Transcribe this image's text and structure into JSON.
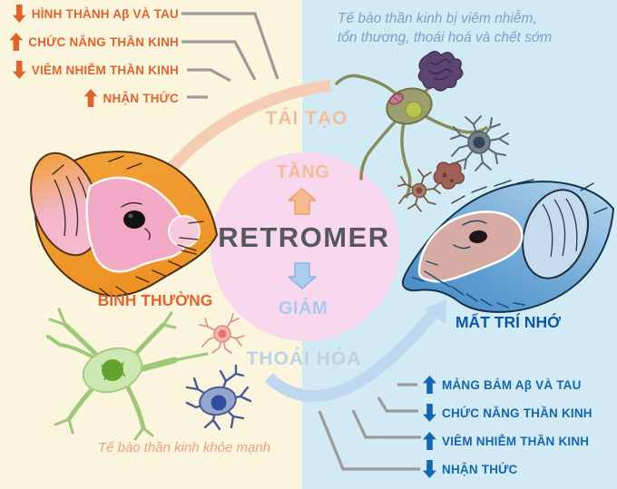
{
  "center": {
    "protein": "RETROMER",
    "increase_label": "TĂNG",
    "decrease_label": "GIẢM",
    "top_process": "TÁI TẠO",
    "bottom_process": "THOÁI HÓA"
  },
  "normal_side": {
    "state_label": "BÌNH THƯỜNG",
    "caption": "Tế bào thần kinh khỏe mạnh",
    "effects": [
      {
        "direction": "down",
        "label": "HÌNH THÀNH Aβ VÀ TAU"
      },
      {
        "direction": "up",
        "label": "CHỨC NĂNG THẦN KINH"
      },
      {
        "direction": "down",
        "label": "VIÊM NHIỄM THẦN KINH"
      },
      {
        "direction": "up",
        "label": "NHẬN THỨC"
      }
    ]
  },
  "disease_side": {
    "state_label": "MẤT TRÍ NHỚ",
    "caption_line1": "Tế bào thần kinh bị viêm nhiễm,",
    "caption_line2": "tổn thương, thoái hoá và chết sớm",
    "effects": [
      {
        "direction": "up",
        "label": "MẢNG BÁM Aβ VÀ TAU"
      },
      {
        "direction": "down",
        "label": "CHỨC NĂNG THẦN KINH"
      },
      {
        "direction": "up",
        "label": "VIÊM NHIỄM THẦN KINH"
      },
      {
        "direction": "down",
        "label": "NHẬN THỨC"
      }
    ]
  },
  "colors": {
    "left_background": "#FCF5DE",
    "right_background": "#D2EAF3",
    "circle_pink": "#F9D7EE",
    "orange_accent": "#DF632C",
    "blue_accent": "#1566B0",
    "peach_arc": "#F5CDB5",
    "blue_arc": "#BED8EF",
    "connector_gray": "#9B9B9B"
  }
}
